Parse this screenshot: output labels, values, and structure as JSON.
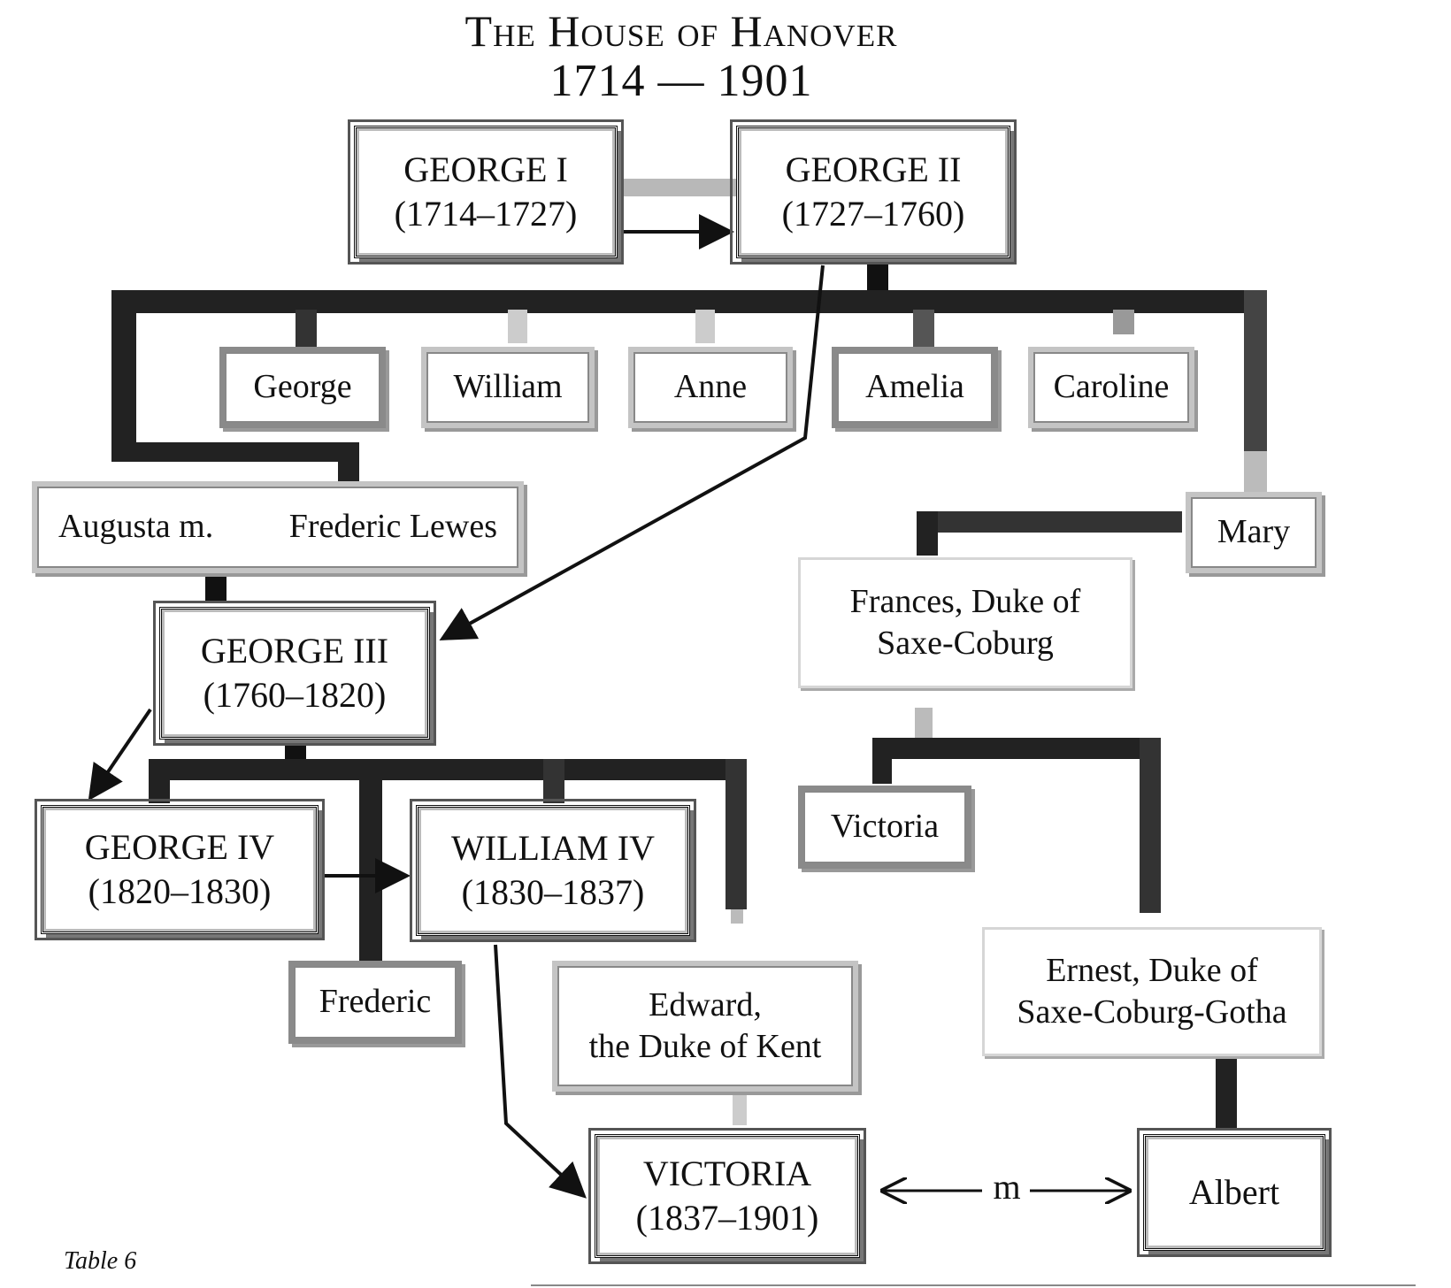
{
  "title": {
    "line1": "The House of Hanover",
    "line2": "1714 — 1901"
  },
  "monarchs": {
    "george1": {
      "name": "GEORGE I",
      "reign": "(1714–1727)"
    },
    "george2": {
      "name": "GEORGE II",
      "reign": "(1727–1760)"
    },
    "george3": {
      "name": "GEORGE III",
      "reign": "(1760–1820)"
    },
    "george4": {
      "name": "GEORGE IV",
      "reign": "(1820–1830)"
    },
    "william4": {
      "name": "WILLIAM IV",
      "reign": "(1830–1837)"
    },
    "victoria": {
      "name": "VICTORIA",
      "reign": "(1837–1901)"
    }
  },
  "children_george2": {
    "george": "George",
    "william": "William",
    "anne": "Anne",
    "amelia": "Amelia",
    "caroline": "Caroline",
    "mary": "Mary"
  },
  "augusta": {
    "left": "Augusta m.",
    "right": "Frederic Lewes"
  },
  "frederic": "Frederic",
  "edward": {
    "line1": "Edward,",
    "line2": "the Duke of Kent"
  },
  "frances": {
    "line1": "Frances, Duke of",
    "line2": "Saxe-Coburg"
  },
  "victoria_coburg": "Victoria",
  "ernest": {
    "line1": "Ernest, Duke of",
    "line2": "Saxe-Coburg-Gotha"
  },
  "albert": "Albert",
  "marriage_label": "m",
  "footer": "Table 6",
  "colors": {
    "ink": "#111111",
    "frame_gray": "#c4c4c4",
    "paper": "#ffffff"
  }
}
